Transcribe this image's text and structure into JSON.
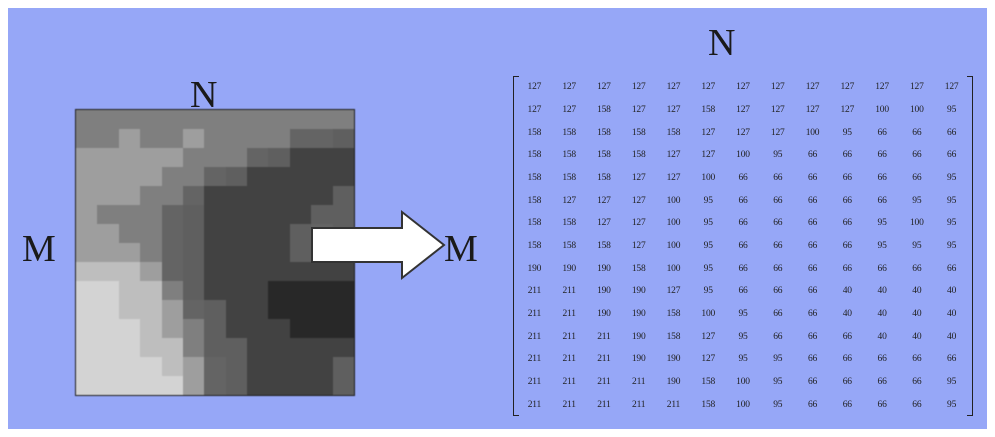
{
  "labels": {
    "left_n": "N",
    "left_m": "M",
    "right_n": "N",
    "right_m": "M"
  },
  "colors": {
    "background": "#96a7f7",
    "arrow_fill": "#ffffff",
    "arrow_stroke": "#333333"
  },
  "matrix": [
    [
      127,
      127,
      127,
      127,
      127,
      127,
      127,
      127,
      127,
      127,
      127,
      127,
      127
    ],
    [
      127,
      127,
      158,
      127,
      127,
      158,
      127,
      127,
      127,
      127,
      100,
      100,
      95
    ],
    [
      158,
      158,
      158,
      158,
      158,
      127,
      127,
      127,
      100,
      95,
      66,
      66,
      66
    ],
    [
      158,
      158,
      158,
      158,
      127,
      127,
      100,
      95,
      66,
      66,
      66,
      66,
      66
    ],
    [
      158,
      158,
      158,
      127,
      127,
      100,
      66,
      66,
      66,
      66,
      66,
      66,
      95
    ],
    [
      158,
      127,
      127,
      127,
      100,
      95,
      66,
      66,
      66,
      66,
      66,
      95,
      95
    ],
    [
      158,
      158,
      127,
      127,
      100,
      95,
      66,
      66,
      66,
      66,
      95,
      100,
      95
    ],
    [
      158,
      158,
      158,
      127,
      100,
      95,
      66,
      66,
      66,
      66,
      95,
      95,
      95
    ],
    [
      190,
      190,
      190,
      158,
      100,
      95,
      66,
      66,
      66,
      66,
      66,
      66,
      66
    ],
    [
      211,
      211,
      190,
      190,
      127,
      95,
      66,
      66,
      66,
      40,
      40,
      40,
      40
    ],
    [
      211,
      211,
      190,
      190,
      158,
      100,
      95,
      66,
      66,
      40,
      40,
      40,
      40
    ],
    [
      211,
      211,
      211,
      190,
      158,
      127,
      95,
      66,
      66,
      66,
      40,
      40,
      40
    ],
    [
      211,
      211,
      211,
      190,
      190,
      127,
      95,
      95,
      66,
      66,
      66,
      66,
      66
    ],
    [
      211,
      211,
      211,
      211,
      190,
      158,
      100,
      95,
      66,
      66,
      66,
      66,
      95
    ],
    [
      211,
      211,
      211,
      211,
      211,
      158,
      100,
      95,
      66,
      66,
      66,
      66,
      95
    ]
  ]
}
